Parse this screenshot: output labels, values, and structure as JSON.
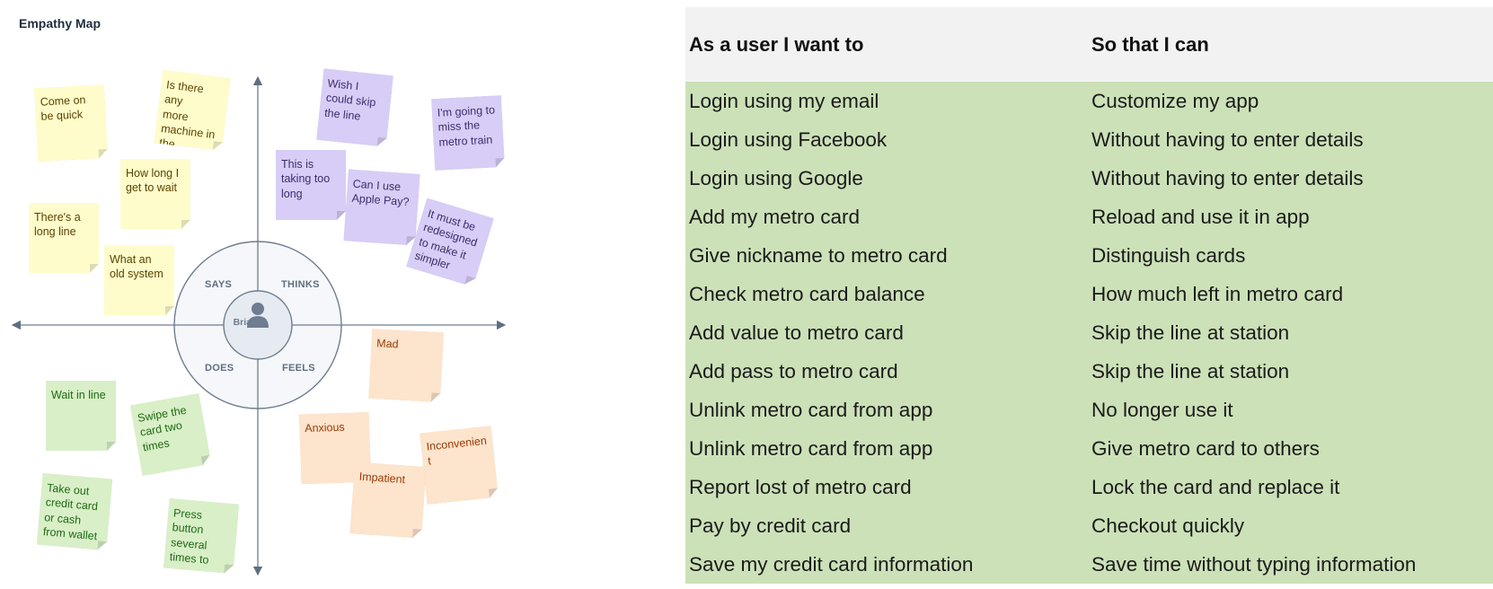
{
  "empathy_map": {
    "title": "Empathy Map",
    "persona": "Brian",
    "quadrants": {
      "says": "SAYS",
      "thinks": "THINKS",
      "does": "DOES",
      "feels": "FEELS"
    },
    "notes": [
      {
        "quadrant": "says",
        "color": "yellow",
        "text": "Come on\nbe quick"
      },
      {
        "quadrant": "says",
        "color": "yellow",
        "text": "Is there any\nmore\nmachine in\nthe station?"
      },
      {
        "quadrant": "says",
        "color": "yellow",
        "text": "How long I\nget to wait"
      },
      {
        "quadrant": "says",
        "color": "yellow",
        "text": "There's a\nlong line"
      },
      {
        "quadrant": "says",
        "color": "yellow",
        "text": "What an\nold system"
      },
      {
        "quadrant": "thinks",
        "color": "purple",
        "text": "Wish I\ncould skip\nthe line"
      },
      {
        "quadrant": "thinks",
        "color": "purple",
        "text": "I'm going to\nmiss the\nmetro train"
      },
      {
        "quadrant": "thinks",
        "color": "purple",
        "text": "This is\ntaking too\nlong"
      },
      {
        "quadrant": "thinks",
        "color": "purple",
        "text": "Can I use\nApple Pay?"
      },
      {
        "quadrant": "thinks",
        "color": "purple",
        "text": "It must be\nredesigned\nto make it\nsimpler"
      },
      {
        "quadrant": "does",
        "color": "green",
        "text": "Wait in line"
      },
      {
        "quadrant": "does",
        "color": "green",
        "text": "Swipe the\ncard two\ntimes"
      },
      {
        "quadrant": "does",
        "color": "green",
        "text": "Take out\ncredit card\nor cash\nfrom wallet"
      },
      {
        "quadrant": "does",
        "color": "green",
        "text": "Press\nbutton\nseveral\ntimes to"
      },
      {
        "quadrant": "feels",
        "color": "orange",
        "text": "Mad"
      },
      {
        "quadrant": "feels",
        "color": "orange",
        "text": "Anxious"
      },
      {
        "quadrant": "feels",
        "color": "orange",
        "text": "Impatient"
      },
      {
        "quadrant": "feels",
        "color": "orange",
        "text": "Inconvenien\nt"
      }
    ],
    "colors": {
      "yellow": "#fefccb",
      "purple": "#d8cdf6",
      "green": "#d9efc8",
      "orange": "#fde4cc",
      "axis": "#5f6e80"
    }
  },
  "stories": {
    "headers": [
      "As a user I want to",
      "So that I can"
    ],
    "rows": [
      [
        "Login using my email",
        "Customize my app"
      ],
      [
        "Login using Facebook",
        "Without having to enter details"
      ],
      [
        "Login using Google",
        "Without having to enter details"
      ],
      [
        "Add my metro card",
        "Reload and use it in app"
      ],
      [
        "Give nickname to metro card",
        "Distinguish cards"
      ],
      [
        "Check metro card balance",
        "How much left in metro card"
      ],
      [
        "Add value to metro card",
        "Skip the line at station"
      ],
      [
        "Add pass to metro card",
        "Skip the line at station"
      ],
      [
        "Unlink metro card from app",
        "No longer use it"
      ],
      [
        "Unlink metro card from app",
        "Give metro card to others"
      ],
      [
        "Report lost of metro card",
        "Lock the card and replace it"
      ],
      [
        "Pay by credit card",
        "Checkout quickly"
      ],
      [
        "Save my credit card information",
        "Save time without typing information"
      ]
    ],
    "colors": {
      "header_bg": "#f2f2f2",
      "row_bg": "#cce1b8"
    }
  }
}
